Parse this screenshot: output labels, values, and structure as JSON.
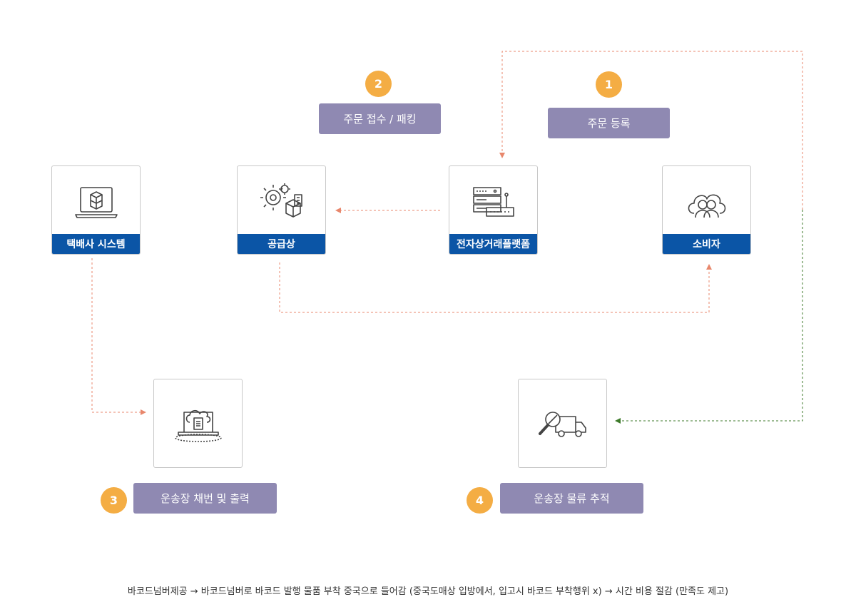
{
  "steps": [
    {
      "number": "1",
      "label": "주문 등록"
    },
    {
      "number": "2",
      "label": "주문 접수 / 패킹"
    },
    {
      "number": "3",
      "label": "운송장 채번 및 출력"
    },
    {
      "number": "4",
      "label": "운송장 물류 추적"
    }
  ],
  "nodes": {
    "courier": {
      "label": "택배사 시스템",
      "icon": "laptop-boxes-icon"
    },
    "supplier": {
      "label": "공급상",
      "icon": "gears-box-icon"
    },
    "platform": {
      "label": "전자상거래플랫폼",
      "icon": "server-router-icon"
    },
    "consumer": {
      "label": "소비자",
      "icon": "people-cloud-icon"
    },
    "waybill": {
      "icon": "laptop-cloud-print-icon"
    },
    "tracking": {
      "icon": "truck-search-icon"
    }
  },
  "colors": {
    "step_badge": "#f4ad44",
    "step_label": "#8f89b2",
    "node_label": "#0b55a6",
    "flow_line": "#e8876c",
    "return_line": "#3d7a2a"
  },
  "footnote": "바코드넘버제공 → 바코드넘버로 바코드 발행 물품 부착 중국으로 들어감 (중국도매상 입방에서, 입고시 바코드 부착행위 x) → 시간 비용 절감 (만족도 제고)"
}
